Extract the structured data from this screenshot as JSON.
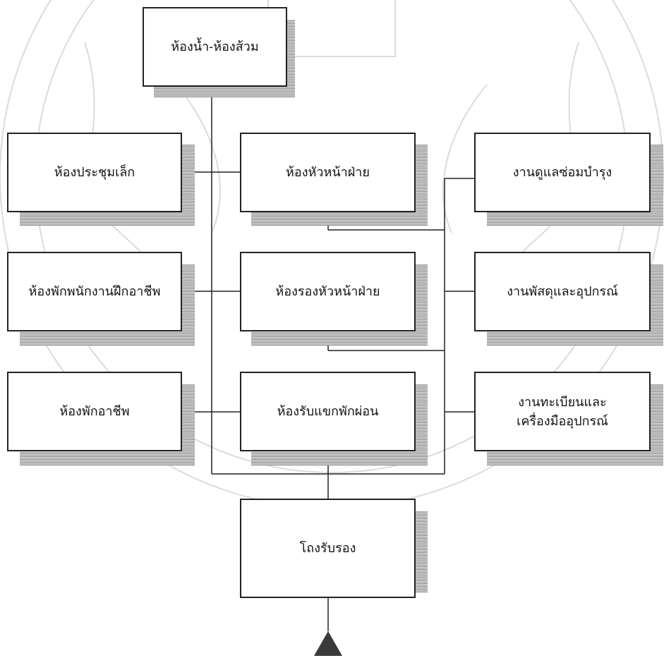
{
  "diagram": {
    "nodes": {
      "restroom": "ห้องน้ำ-ห้องส้วม",
      "small_meeting_room": "ห้องประชุมเล็ก",
      "head_office": "ห้องหัวหน้าฝ่าย",
      "maintenance": "งานดูแลซ่อมบำรุง",
      "vocational_staff_lounge": "ห้องพักพนักงานฝึกอาชีพ",
      "deputy_head_office": "ห้องรองหัวหน้าฝ่าย",
      "supplies": "งานพัสดุและอุปกรณ์",
      "vocational_lounge": "ห้องพักอาชีพ",
      "guest_lounge": "ห้องรับแขกพักผ่อน",
      "registry": "งานทะเบียนและ\nเครื่องมืออุปกรณ์",
      "lobby": "โถงรับรอง"
    },
    "entrance_marker": "triangle"
  }
}
